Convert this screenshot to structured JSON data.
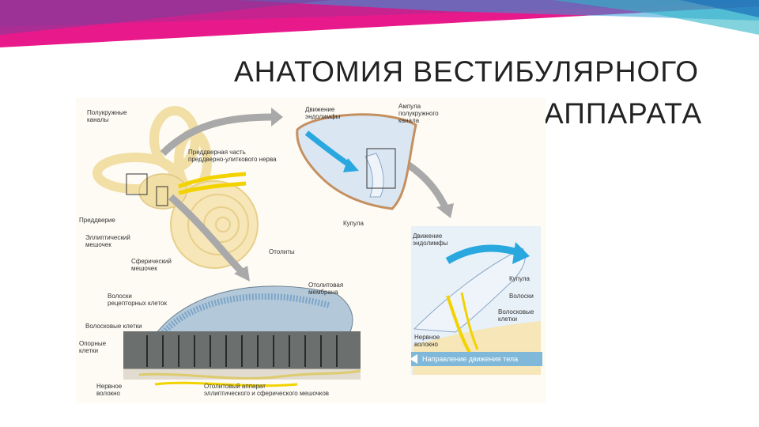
{
  "slide": {
    "title_line1": "АНАТОМИЯ ВЕСТИБУЛЯРНОГО",
    "title_line2": "АППАРАТА"
  },
  "colors": {
    "stripe_magenta": "#e6007e",
    "stripe_blue": "#2b9cd8",
    "stripe_teal": "#2fb5c7",
    "stripe_purple": "#7a3e9d",
    "endolymph_blue": "#29a8e0",
    "nerve_yellow": "#f2d300",
    "bone": "#f2dfa6"
  },
  "labels": {
    "semicircular_canals": "Полукружные\nканалы",
    "vestibular_nerve": "Преддверная часть\nпреддверно-улиткового нерва",
    "vestibule": "Преддверие",
    "utricle": "Эллиптический\nмешочек",
    "saccule": "Сферический\nмешочек",
    "endolymph_movement_top": "Движение\nэндолимфы",
    "canal_ampulla": "Ампула\nполукружного\nканала",
    "cupula_top": "Купула",
    "otoliths": "Отолиты",
    "receptor_hairs": "Волоски\nрецепторных клеток",
    "otolith_membrane": "Отолитовая\nмембрана",
    "hair_cells_left": "Волосковые клетки",
    "supporting_cells": "Опорные\nклетки",
    "nerve_fibers_left": "Нервное\nволокно",
    "otolith_apparatus": "Отолитовый аппарат\nэллиптического и сферического мешочков",
    "endolymph_movement_right": "Движение\nэндолимфы",
    "cupula_right": "Купула",
    "hairs_right": "Волоски",
    "hair_cells_right": "Волосковые\nклетки",
    "nerve_fiber_right": "Нервное\nволокно",
    "body_direction": "Направление движения тела"
  }
}
